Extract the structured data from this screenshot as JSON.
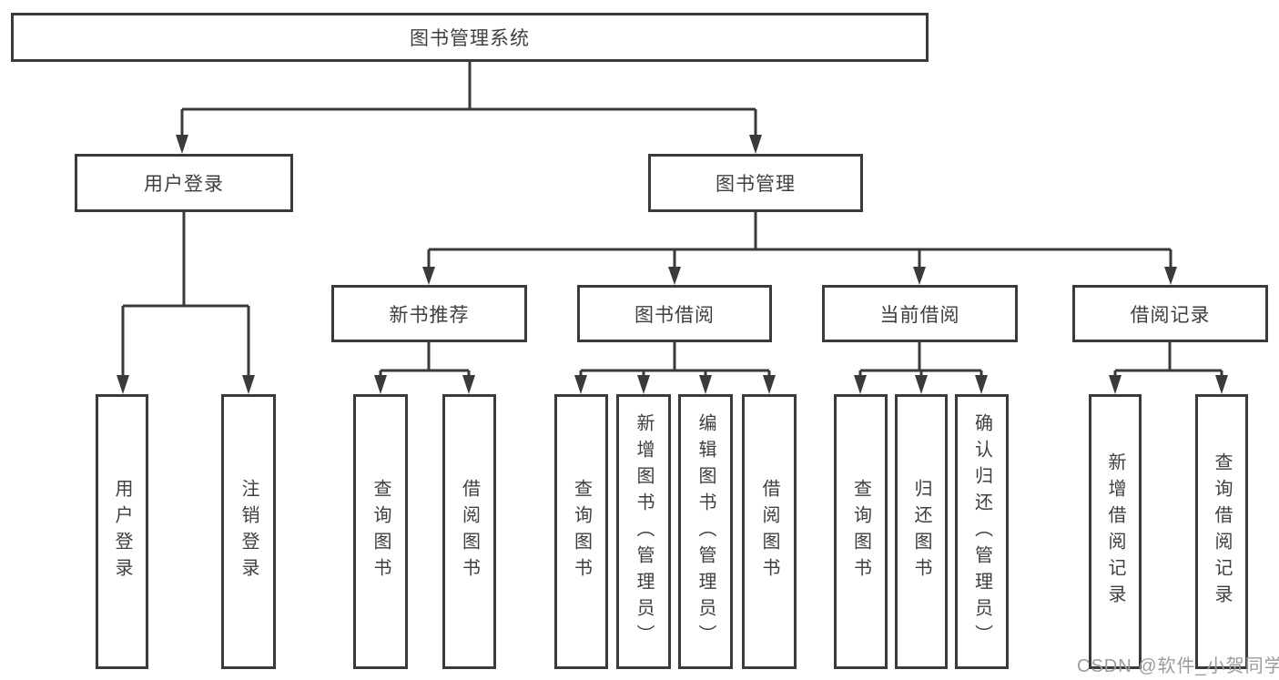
{
  "colors": {
    "line": "#3a3a3a",
    "text": "#3f3f3f",
    "box-bg": "#ffffff",
    "page-bg": "#ffffff",
    "watermark": "#9c9c9c"
  },
  "root": {
    "label": "图书管理系统"
  },
  "branches": {
    "user_login": {
      "label": "用户登录",
      "children": [
        "用户登录",
        "注销登录"
      ]
    },
    "book_mgmt": {
      "label": "图书管理"
    }
  },
  "modules": [
    {
      "label": "新书推荐",
      "children": [
        "查询图书",
        "借阅图书"
      ]
    },
    {
      "label": "图书借阅",
      "children": [
        "查询图书",
        "新增图书（管理员）",
        "编辑图书（管理员）",
        "借阅图书"
      ]
    },
    {
      "label": "当前借阅",
      "children": [
        "查询图书",
        "归还图书",
        "确认归还（管理员）"
      ]
    },
    {
      "label": "借阅记录",
      "children": [
        "新增借阅记录",
        "查询借阅记录"
      ]
    }
  ],
  "watermark": "CSDN @软件_小贺同学"
}
